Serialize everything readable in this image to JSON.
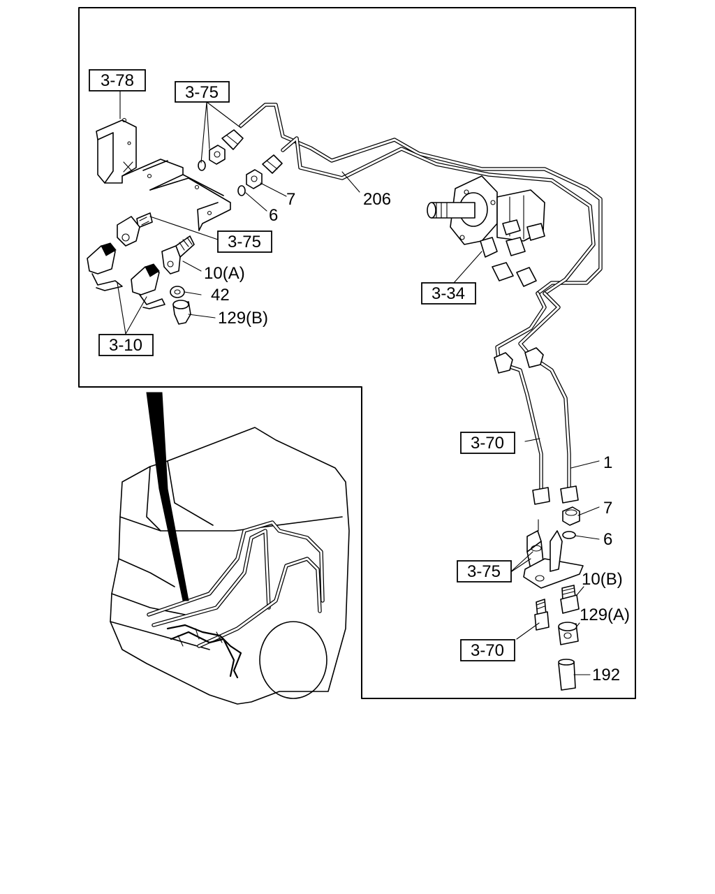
{
  "references": {
    "r378": "3-78",
    "r375_top": "3-75",
    "r375_mid": "3-75",
    "r375_bottom": "3-75",
    "r334": "3-34",
    "r310": "3-10",
    "r370_upper": "3-70",
    "r370_lower": "3-70"
  },
  "part_numbers": {
    "p7_top": "7",
    "p6_top": "6",
    "p206": "206",
    "p10a": "10(A)",
    "p42": "42",
    "p129b": "129(B)",
    "p1": "1",
    "p7_bottom": "7",
    "p6_bottom": "6",
    "p10b": "10(B)",
    "p129a": "129(A)",
    "p192": "192"
  }
}
